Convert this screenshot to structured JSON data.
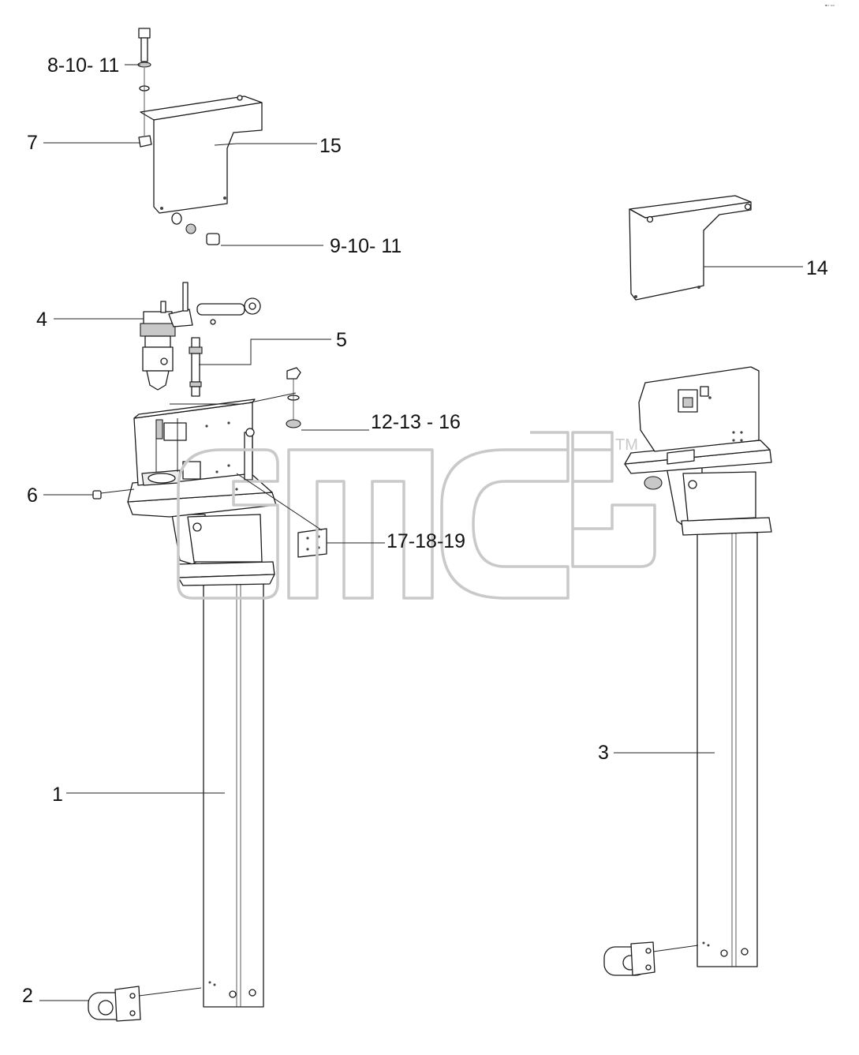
{
  "callouts": [
    {
      "id": "8-10-11",
      "text": "8-10- 11"
    },
    {
      "id": "7",
      "text": "7"
    },
    {
      "id": "15",
      "text": "15"
    },
    {
      "id": "9-10-11",
      "text": "9-10- 11"
    },
    {
      "id": "14",
      "text": "14"
    },
    {
      "id": "4",
      "text": "4"
    },
    {
      "id": "5",
      "text": "5"
    },
    {
      "id": "12-13-16",
      "text": "12-13 - 16"
    },
    {
      "id": "6",
      "text": "6"
    },
    {
      "id": "17-18-19",
      "text": "17-18-19"
    },
    {
      "id": "3",
      "text": "3"
    },
    {
      "id": "1",
      "text": "1"
    },
    {
      "id": "2",
      "text": "2"
    }
  ],
  "watermark": {
    "trademark": "TM"
  },
  "corner_mark": "▪◦ ▫▫"
}
